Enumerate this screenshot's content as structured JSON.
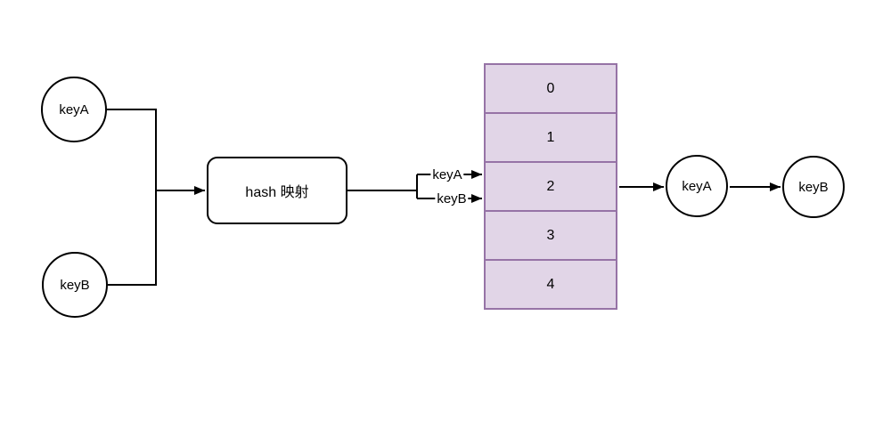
{
  "diagram": {
    "title": "hash collision chaining diagram",
    "colors": {
      "background": "#ffffff",
      "line": "#000000",
      "node_fill": "#ffffff",
      "node_border": "#000000",
      "array_cell_fill": "#e1d5e7",
      "array_cell_border": "#9673a6"
    },
    "input_keys": [
      {
        "label": "keyA"
      },
      {
        "label": "keyB"
      }
    ],
    "hash_box": {
      "label": "hash 映射"
    },
    "bucket_arrow_labels": [
      {
        "label": "keyA"
      },
      {
        "label": "keyB"
      }
    ],
    "hash_array": {
      "cells": [
        "0",
        "1",
        "2",
        "3",
        "4"
      ],
      "collision_cell": "2"
    },
    "chain_nodes": [
      {
        "label": "keyA"
      },
      {
        "label": "keyB"
      }
    ]
  }
}
